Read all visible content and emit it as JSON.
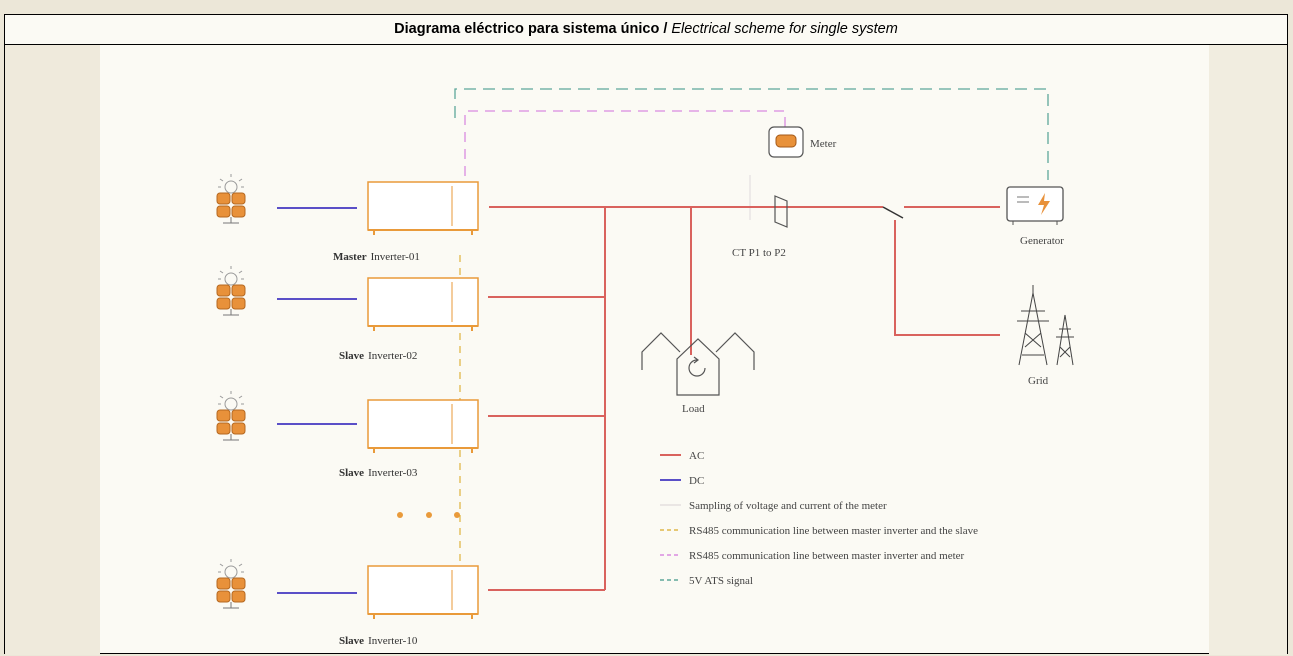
{
  "header": {
    "title_es": "Diagrama eléctrico para sistema único /",
    "title_en": "Electrical scheme for single system"
  },
  "inverters": [
    {
      "role": "Master",
      "name": "Inverter-01"
    },
    {
      "role": "Slave",
      "name": "Inverter-02"
    },
    {
      "role": "Slave",
      "name": "Inverter-03"
    },
    {
      "role": "Slave",
      "name": "Inverter-10"
    }
  ],
  "labels": {
    "meter": "Meter",
    "ct": "CT  P1 to P2",
    "generator": "Generator",
    "grid": "Grid",
    "load": "Load"
  },
  "legend": [
    {
      "label": "AC",
      "color": "#d9625d",
      "style": "solid"
    },
    {
      "label": "DC",
      "color": "#5a4fc7",
      "style": "solid"
    },
    {
      "label": "Sampling of voltage and current of the meter",
      "color": "#e4dfdf",
      "style": "solid"
    },
    {
      "label": "RS485 communication line between master inverter and the slave",
      "color": "#e0b84a",
      "style": "dashed"
    },
    {
      "label": "RS485 communication line between master inverter and meter",
      "color": "#d98be0",
      "style": "dashed"
    },
    {
      "label": "5V ATS signal",
      "color": "#5ea89a",
      "style": "dashed"
    }
  ],
  "colors": {
    "ac": "#d9625d",
    "dc": "#5a4fc7",
    "inverter": "#e99a3a",
    "meter_comm": "#d98be0",
    "slave_comm": "#e0b84a",
    "ats": "#5ea89a"
  }
}
